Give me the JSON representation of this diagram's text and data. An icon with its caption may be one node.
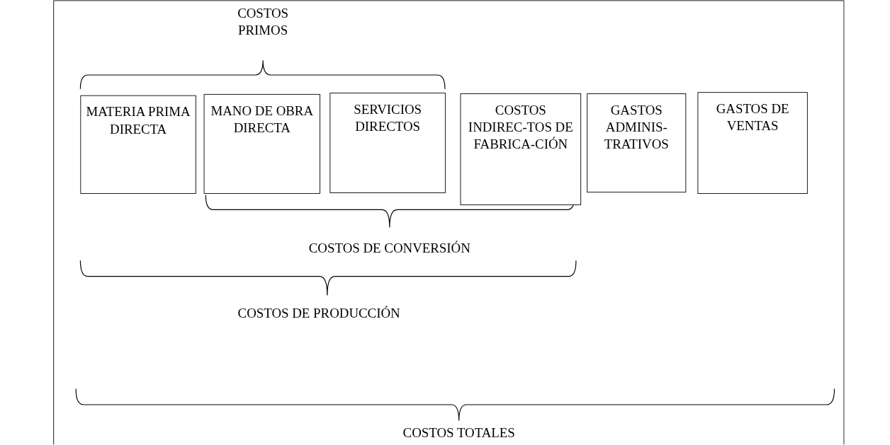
{
  "diagram": {
    "nodes": [
      {
        "text": [
          "MATERIA PRIMA DIRECTA"
        ]
      },
      {
        "text": [
          "MANO DE OBRA DIRECTA"
        ]
      },
      {
        "text": [
          "SERVICIOS DIRECTOS"
        ]
      },
      {
        "text": [
          "COSTOS INDIREC-TOS DE FABRICA-CIÓN"
        ]
      },
      {
        "text": [
          "GASTOS ADMINIS-TRATIVOS"
        ]
      },
      {
        "text": [
          "GASTOS DE VENTAS"
        ]
      }
    ],
    "labels": [
      "COSTOS PRIMOS",
      "COSTOS DE CONVERSIÓN",
      "COSTOS DE PRODUCCIÓN",
      "COSTOS TOTALES"
    ]
  }
}
